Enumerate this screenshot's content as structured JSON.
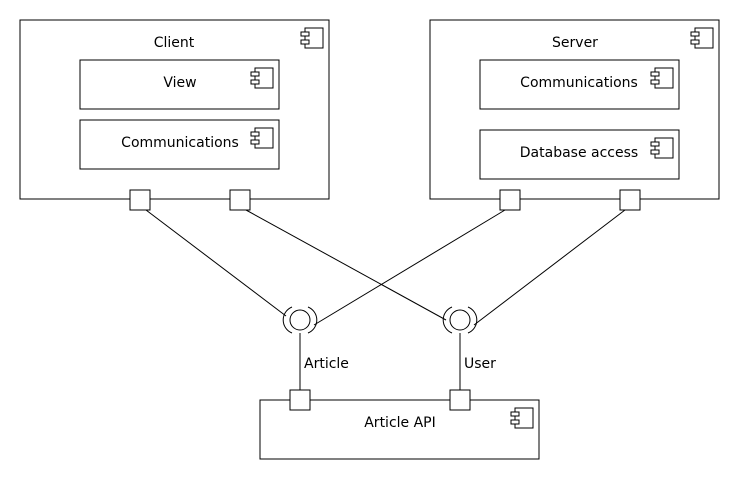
{
  "components": {
    "client": {
      "title": "Client"
    },
    "client_view": {
      "title": "View"
    },
    "client_comms": {
      "title": "Communications"
    },
    "server": {
      "title": "Server"
    },
    "server_comms": {
      "title": "Communications"
    },
    "server_db": {
      "title": "Database access"
    },
    "article_api": {
      "title": "Article API"
    }
  },
  "interfaces": {
    "article": {
      "label": "Article"
    },
    "user": {
      "label": "User"
    }
  },
  "colors": {
    "stroke": "#000000",
    "fill": "#ffffff"
  },
  "icons": {
    "component": "uml-component-icon",
    "port": "port-square",
    "provided_required": "ball-and-socket"
  }
}
